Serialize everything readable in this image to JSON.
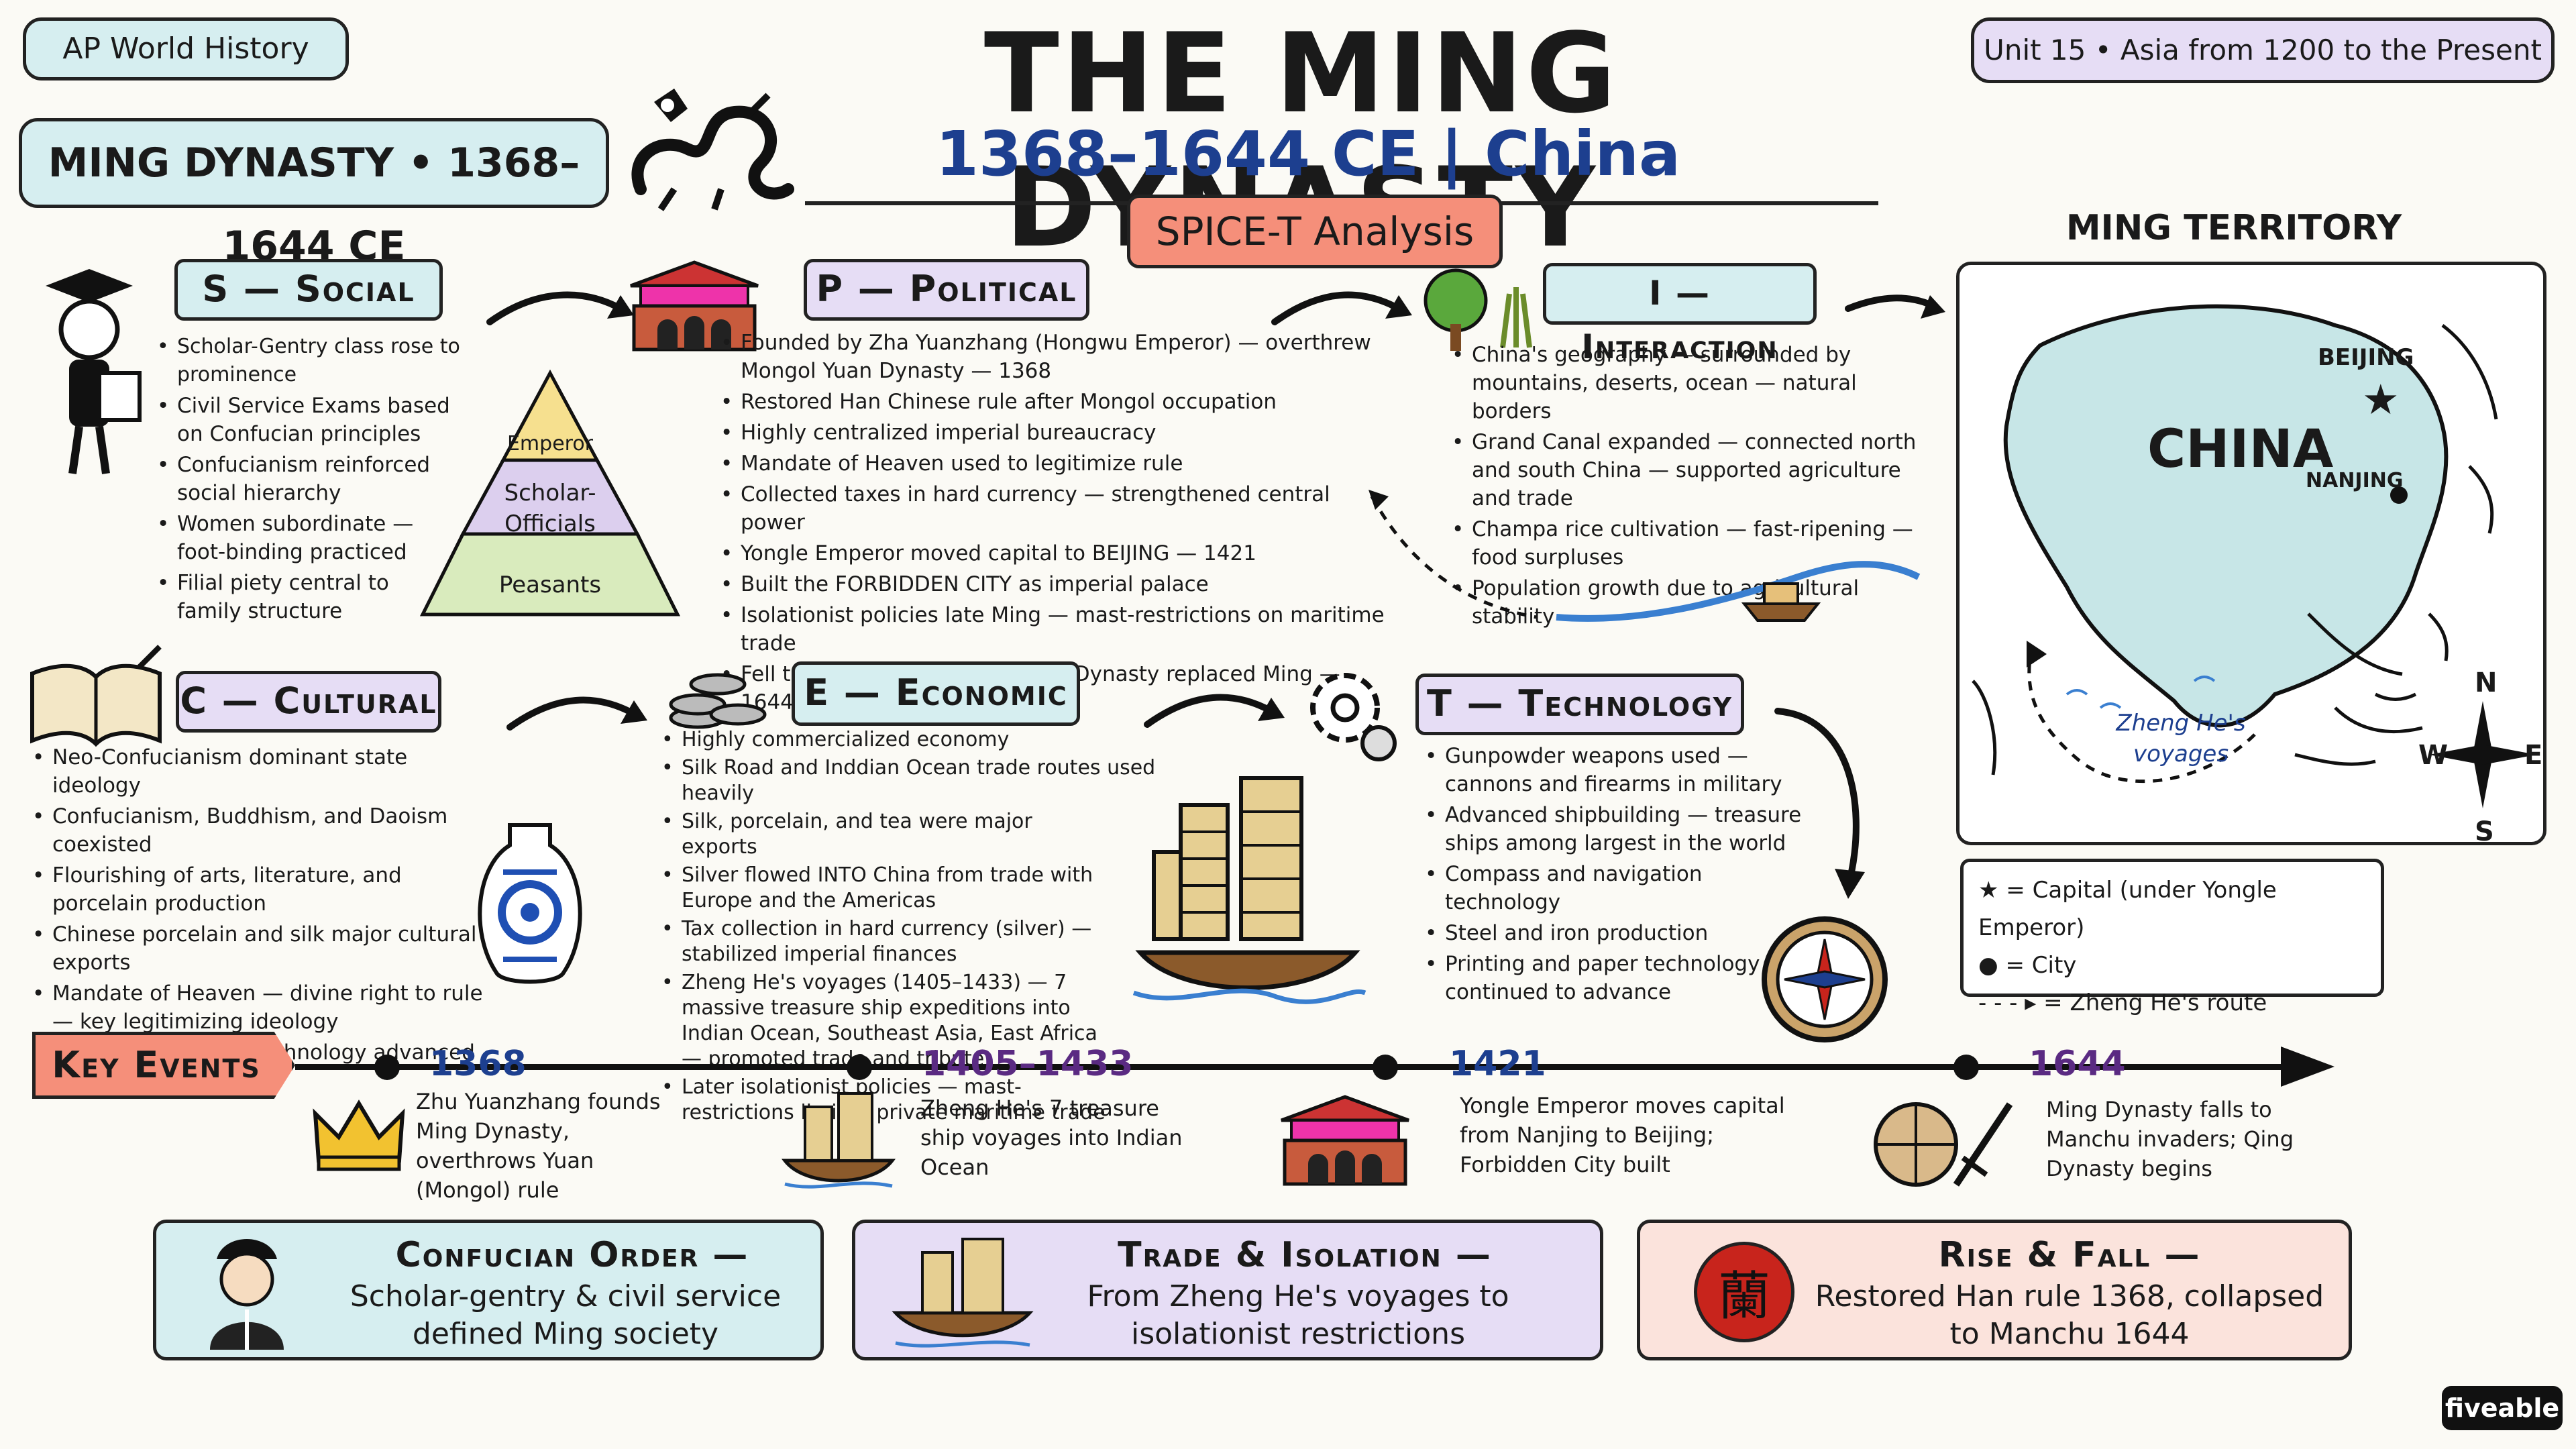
{
  "header": {
    "course_badge": "AP World History",
    "unit_badge": "Unit 15 • Asia from 1200 to the Present",
    "dynasty_badge": "MING DYNASTY • 1368–1644 CE",
    "title": "THE MING DYNASTY",
    "subtitle": "1368–1644 CE | China",
    "analysis_label": "SPICE-T Analysis"
  },
  "social": {
    "heading": "S — Social",
    "bullets": [
      "Scholar-Gentry class rose to prominence",
      "Civil Service Exams based on Confucian principles",
      "Confucianism reinforced social hierarchy",
      "Women subordinate — foot-binding practiced",
      "Filial piety central to family structure"
    ],
    "pyramid": [
      "Emperor",
      "Scholar-Officials",
      "Peasants"
    ]
  },
  "political": {
    "heading": "P — Political",
    "bullets": [
      "Founded by Zha Yuanzhang (Hongwu Emperor) — overthrew Mongol Yuan Dynasty — 1368",
      "Restored Han Chinese rule after Mongol occupation",
      "Highly centralized imperial bureaucracy",
      "Mandate of Heaven used to legitimize rule",
      "Collected taxes in hard currency — strengthened central power",
      "Yongle Emperor moved capital to BEIJING — 1421",
      "Built the FORBIDDEN CITY as imperial palace",
      "Isolationist policies late Ming — mast-restrictions on maritime trade",
      "Fell to Manchu invasion — Qing Dynasty replaced Ming — 1644"
    ]
  },
  "interaction": {
    "heading": "I — Interaction",
    "bullets": [
      "China's geography — surrounded by mountains, deserts, ocean — natural borders",
      "Grand Canal expanded — connected north and south China — supported agriculture and trade",
      "Champa rice cultivation — fast-ripening — food surpluses",
      "Population growth due to agricultural stability"
    ]
  },
  "cultural": {
    "heading": "C — Cultural",
    "bullets": [
      "Neo-Confucianism dominant state ideology",
      "Confucianism, Buddhism, and Daoism coexisted",
      "Flourishing of arts, literature, and porcelain production",
      "Chinese porcelain and silk major cultural exports",
      "Mandate of Heaven — divine right to rule — key legitimizing ideology",
      "Paper and printing technology advanced — spread of literacy"
    ]
  },
  "economic": {
    "heading": "E — Economic",
    "bullets": [
      "Highly commercialized economy",
      "Silk Road and Inddian Ocean trade routes used heavily",
      "Silk, porcelain, and tea were major exports",
      "Silver flowed INTO China from trade with Europe and the Americas",
      "Tax collection in hard currency (silver) — stabilized imperial finances",
      "Zheng He's voyages (1405–1433) — 7 massive treasure ship expeditions into Indian Ocean, Southeast Asia, East Africa — promoted trade and tribute",
      "Later isolationist policies — mast-restrictions limited private maritime trade"
    ]
  },
  "technology": {
    "heading": "T — Technology",
    "bullets": [
      "Gunpowder weapons used — cannons and firearms in military",
      "Advanced shipbuilding — treasure ships among largest in the world",
      "Compass and navigation technology",
      "Steel and iron production",
      "Printing and paper technology continued to advance"
    ]
  },
  "map": {
    "title": "MING TERRITORY",
    "country": "CHINA",
    "capital": "BEIJING",
    "city": "NANJING",
    "route_label": "Zheng He's voyages",
    "compass": {
      "n": "N",
      "s": "S",
      "e": "E",
      "w": "W"
    },
    "legend": [
      "= Capital (under Yongle Emperor)",
      "= City",
      "= Zheng He's route"
    ]
  },
  "timeline": {
    "label": "Key Events",
    "events": [
      {
        "year": "1368",
        "text": "Zhu Yuanzhang founds Ming Dynasty, overthrows Yuan (Mongol) rule"
      },
      {
        "year": "1405–1433",
        "text": "Zheng He's 7 treasure ship voyages into Indian Ocean"
      },
      {
        "year": "1421",
        "text": "Yongle Emperor moves capital from Nanjing to Beijing; Forbidden City built"
      },
      {
        "year": "1644",
        "text": "Ming Dynasty falls to Manchu invaders; Qing Dynasty begins"
      }
    ]
  },
  "summary": [
    {
      "title": "Confucian Order —",
      "text": "Scholar-gentry & civil service defined Ming society"
    },
    {
      "title": "Trade & Isolation —",
      "text": "From Zheng He's voyages to isolationist restrictions"
    },
    {
      "title": "Rise & Fall —",
      "text": "Restored Han rule 1368, collapsed to Manchu 1644"
    }
  ],
  "seal_char": "蘭",
  "brand": "fiveable",
  "colors": {
    "blue_pill": "#d6eef0",
    "purple_pill": "#e6ddf5",
    "salmon_pill": "#f58f7a",
    "navy": "#1d3f8f",
    "purple_text": "#5a2a82",
    "red_seal": "#c8241c"
  }
}
